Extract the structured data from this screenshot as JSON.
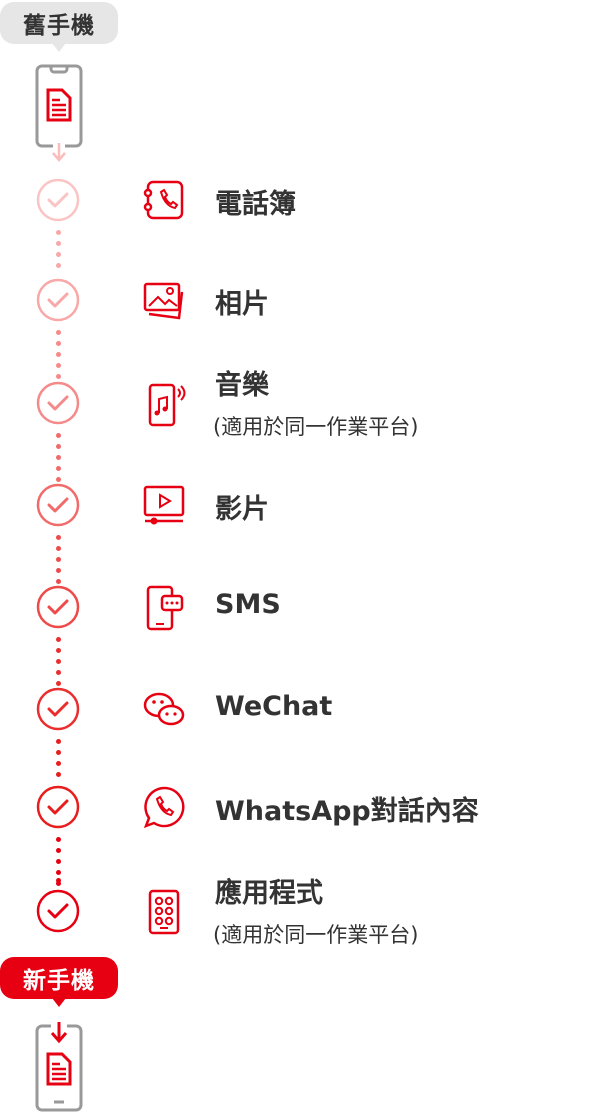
{
  "old_phone_label": "舊手機",
  "new_phone_label": "新手機",
  "items": [
    {
      "label": "電話簿",
      "sub": null,
      "icon": "phonebook-icon",
      "color": "#fbc4c4"
    },
    {
      "label": "相片",
      "sub": null,
      "icon": "photos-icon",
      "color": "#f8a8a8"
    },
    {
      "label": "音樂",
      "sub": "(適用於同一作業平台)",
      "icon": "music-phone-icon",
      "color": "#f58a8a"
    },
    {
      "label": "影片",
      "sub": null,
      "icon": "video-icon",
      "color": "#f26b6b"
    },
    {
      "label": "SMS",
      "sub": null,
      "icon": "sms-icon",
      "color": "#ee4a4a"
    },
    {
      "label": "WeChat",
      "sub": null,
      "icon": "wechat-icon",
      "color": "#ea2e2e"
    },
    {
      "label": "WhatsApp對話內容",
      "sub": null,
      "icon": "whatsapp-icon",
      "color": "#e81e1e"
    },
    {
      "label": "應用程式",
      "sub": "(適用於同一作業平台)",
      "icon": "apps-icon",
      "color": "#e60012"
    }
  ],
  "colors": {
    "accent": "#e60012",
    "gray": "#999999",
    "text": "#333333"
  }
}
